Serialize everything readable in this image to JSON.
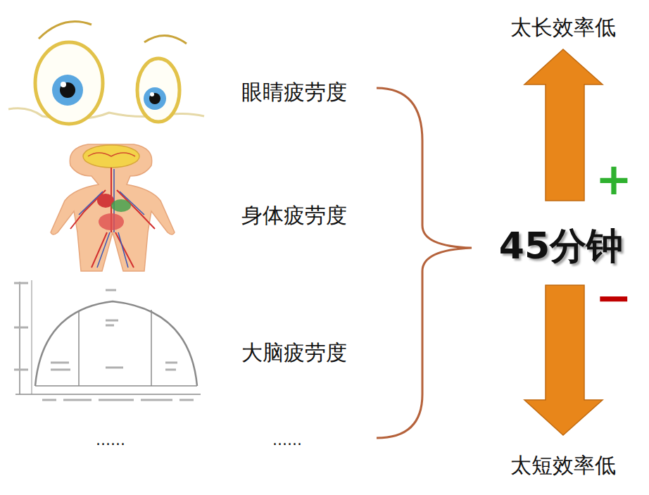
{
  "diagram": {
    "labels": [
      "眼睛疲劳度",
      "身体疲劳度",
      "大脑疲劳度",
      "......",
      "......",
      "45分钟",
      "+",
      "−",
      "太长效率低",
      "太短效率低"
    ]
  }
}
